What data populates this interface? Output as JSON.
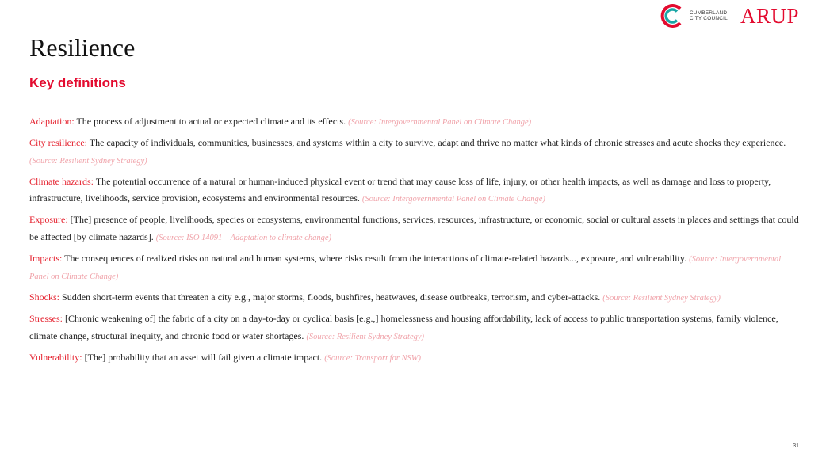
{
  "header": {
    "council_logo_text": [
      "CUMBERLAND",
      "CITY COUNCIL"
    ],
    "arup_logo": "ARUP"
  },
  "title": "Resilience",
  "subtitle": "Key definitions",
  "definitions": [
    {
      "term": "Adaptation:",
      "text": " The process of adjustment to actual or expected climate and its effects. ",
      "source": "(Source: Intergovernmental Panel on Climate Change)"
    },
    {
      "term": "City resilience:",
      "text": " The capacity of individuals, communities, businesses, and systems within a city to survive, adapt and thrive no matter what kinds of chronic stresses and acute shocks they experience. ",
      "source": "(Source: Resilient Sydney Strategy)"
    },
    {
      "term": "Climate hazards:",
      "text": " The potential occurrence of a natural or human-induced physical event or trend that may cause loss of life, injury, or other health impacts, as well as damage and loss to property, infrastructure, livelihoods, service provision, ecosystems and environmental resources. ",
      "source": "(Source: Intergovernmental Panel on Climate Change)"
    },
    {
      "term": "Exposure:",
      "text": " [The] presence of people, livelihoods, species or ecosystems, environmental functions, services, resources, infrastructure, or economic, social or cultural assets in places and settings that could be affected [by climate hazards]. ",
      "source": "(Source: ISO 14091 – Adaptation to climate change)"
    },
    {
      "term": "Impacts:",
      "text": " The consequences of realized risks on natural and human systems, where risks result from the interactions of climate-related hazards..., exposure, and vulnerability. ",
      "source": "(Source: Intergovernmental Panel on Climate Change)"
    },
    {
      "term": "Shocks:",
      "text": " Sudden short-term events that threaten a city e.g., major storms, floods, bushfires, heatwaves, disease outbreaks, terrorism, and cyber-attacks. ",
      "source": "(Source: Resilient Sydney Strategy)"
    },
    {
      "term": "Stresses:",
      "text": " [Chronic weakening of] the fabric of a city on a day-to-day or cyclical basis [e.g.,] homelessness and housing affordability, lack of access to public transportation systems, family violence, climate change, structural inequity, and chronic food or water shortages. ",
      "source": "(Source: Resilient Sydney Strategy)"
    },
    {
      "term": "Vulnerability:",
      "text": " [The] probability that an asset will fail given a climate impact. ",
      "source": "(Source: Transport for NSW)"
    }
  ],
  "page_number": "31"
}
